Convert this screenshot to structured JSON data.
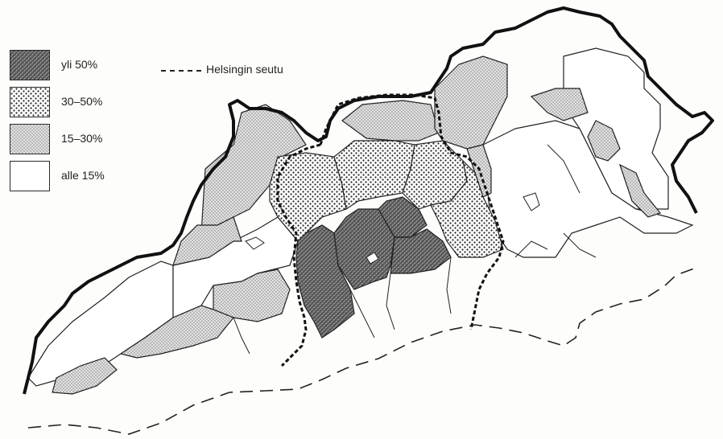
{
  "legend": {
    "items": [
      {
        "label": "yli 50%",
        "pattern": "dark"
      },
      {
        "label": "30–50%",
        "pattern": "dots"
      },
      {
        "label": "15–30%",
        "pattern": "light"
      },
      {
        "label": "alle 15%",
        "pattern": "white"
      }
    ],
    "boundary_label": "Helsingin seutu"
  },
  "colors": {
    "ink": "#1a1a1a",
    "paper": "#fdfdfb",
    "dark_fill": "#7a7a7a",
    "light_fill": "#d4d4d4"
  }
}
